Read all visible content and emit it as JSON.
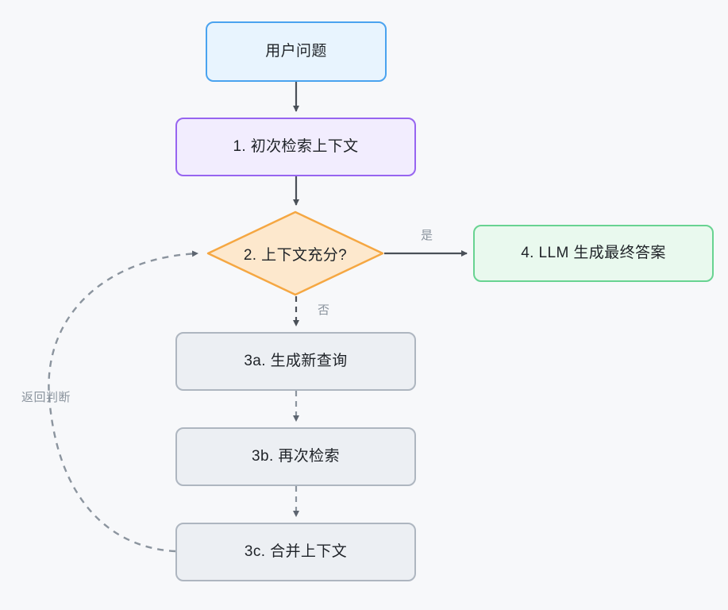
{
  "diagram": {
    "type": "flowchart",
    "direction": "top-down",
    "background_color": "#f7f8fa",
    "nodes": [
      {
        "id": "user-question",
        "label": "用户问题",
        "shape": "rounded-rectangle",
        "border_color": "#4aa3ef",
        "fill_color": "#e8f4fe"
      },
      {
        "id": "step1",
        "label": "1. 初次检索上下文",
        "shape": "rounded-rectangle",
        "border_color": "#9765f0",
        "fill_color": "#f2edfe"
      },
      {
        "id": "decision",
        "label": "2. 上下文充分?",
        "shape": "diamond",
        "border_color": "#f5a742",
        "fill_color": "#fde8cd"
      },
      {
        "id": "step4",
        "label": "4. LLM 生成最终答案",
        "shape": "rounded-rectangle",
        "border_color": "#68d391",
        "fill_color": "#e9f9ee"
      },
      {
        "id": "step3a",
        "label": "3a. 生成新查询",
        "shape": "rounded-rectangle",
        "border_color": "#aeb6c0",
        "fill_color": "#eceff3"
      },
      {
        "id": "step3b",
        "label": "3b. 再次检索",
        "shape": "rounded-rectangle",
        "border_color": "#aeb6c0",
        "fill_color": "#eceff3"
      },
      {
        "id": "step3c",
        "label": "3c. 合并上下文",
        "shape": "rounded-rectangle",
        "border_color": "#aeb6c0",
        "fill_color": "#eceff3"
      }
    ],
    "edges": [
      {
        "id": "e1",
        "from": "user-question",
        "to": "step1",
        "label": "",
        "style": "solid",
        "color": "#4a5058"
      },
      {
        "id": "e2",
        "from": "step1",
        "to": "decision",
        "label": "",
        "style": "solid",
        "color": "#4a5058"
      },
      {
        "id": "e3",
        "from": "decision",
        "to": "step4",
        "label": "是",
        "style": "solid",
        "color": "#4a5058"
      },
      {
        "id": "e4",
        "from": "decision",
        "to": "step3a",
        "label": "否",
        "style": "dashed",
        "color": "#4a5058"
      },
      {
        "id": "e5",
        "from": "step3a",
        "to": "step3b",
        "label": "",
        "style": "dashed",
        "color": "#8b949e"
      },
      {
        "id": "e6",
        "from": "step3b",
        "to": "step3c",
        "label": "",
        "style": "dashed",
        "color": "#8b949e"
      },
      {
        "id": "e7",
        "from": "step3c",
        "to": "decision",
        "label": "返回判断",
        "style": "dashed",
        "color": "#8b949e"
      }
    ],
    "edge_labels": {
      "yes": "是",
      "no": "否",
      "loop_back": "返回判断"
    }
  }
}
